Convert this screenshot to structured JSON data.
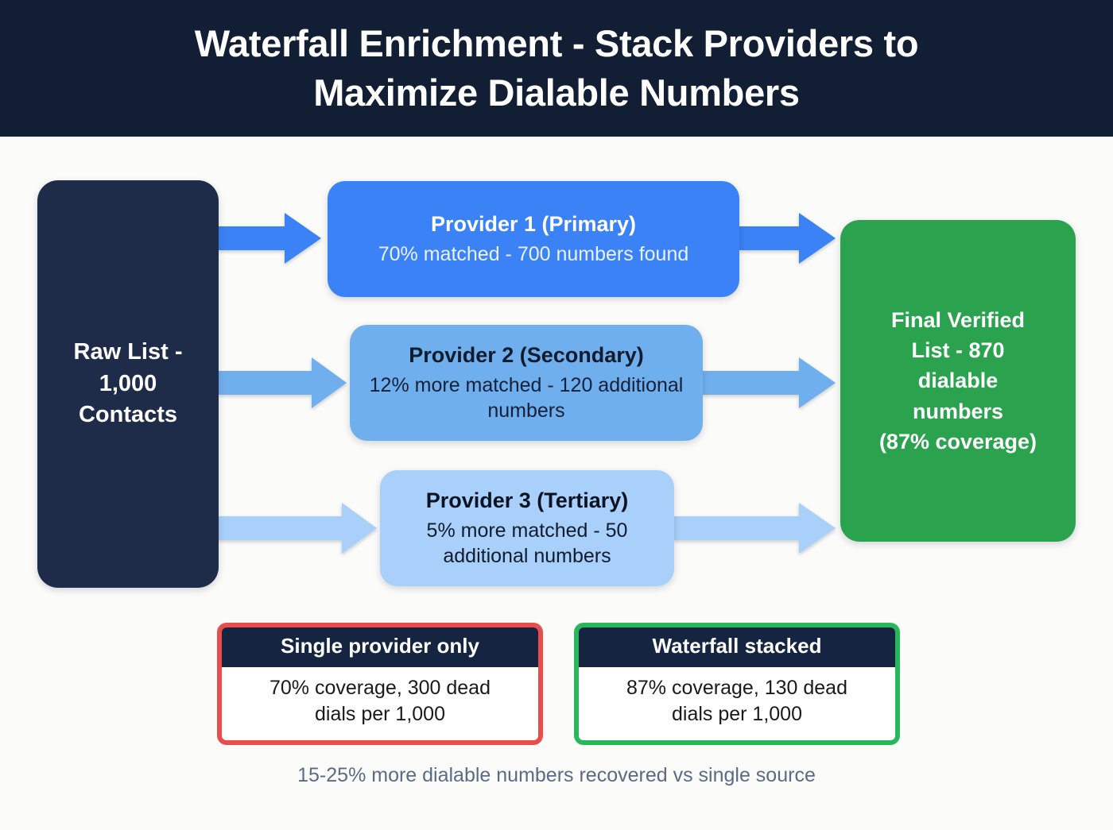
{
  "header": {
    "title": "Waterfall Enrichment - Stack Providers to\nMaximize Dialable Numbers",
    "background_color": "#121e33",
    "text_color": "#ffffff"
  },
  "canvas": {
    "background_color": "#fbfbf9"
  },
  "flow": {
    "source": {
      "name": "raw-list",
      "label": "Raw List -\n1,000\nContacts",
      "color": "#1e2c49",
      "text_color": "#ffffff"
    },
    "providers": [
      {
        "name": "provider-1",
        "title": "Provider 1 (Primary)",
        "subtitle": "70% matched - 700 numbers found",
        "color": "#3b82f6",
        "match_percent": 70,
        "numbers_found": 700
      },
      {
        "name": "provider-2",
        "title": "Provider 2 (Secondary)",
        "subtitle": "12% more matched - 120 additional numbers",
        "color": "#6fafee",
        "match_percent": 12,
        "numbers_found": 120
      },
      {
        "name": "provider-3",
        "title": "Provider 3 (Tertiary)",
        "subtitle": "5% more matched - 50 additional numbers",
        "color": "#a8d0fa",
        "match_percent": 5,
        "numbers_found": 50
      }
    ],
    "result": {
      "name": "final-verified-list",
      "label": "Final Verified\nList - 870\ndialable\nnumbers\n(87% coverage)",
      "color": "#2ba24e",
      "text_color": "#ffffff",
      "dialable_numbers": 870,
      "coverage_percent": 87
    },
    "arrow_colors": [
      "#3b82f6",
      "#6fafee",
      "#a8d0fa"
    ]
  },
  "comparison": {
    "single": {
      "heading": "Single provider only",
      "body": "70% coverage, 300 dead\ndials per 1,000",
      "border_color": "#ea4b4b",
      "heading_bg": "#152440",
      "coverage_percent": 70,
      "dead_dials_per_1000": 300
    },
    "waterfall": {
      "heading": "Waterfall stacked",
      "body": "87% coverage, 130 dead\ndials per 1,000",
      "border_color": "#28b85c",
      "heading_bg": "#152440",
      "coverage_percent": 87,
      "dead_dials_per_1000": 130
    }
  },
  "footer": {
    "caption": "15-25% more dialable numbers recovered vs single source",
    "text_color": "#5b6b85"
  }
}
